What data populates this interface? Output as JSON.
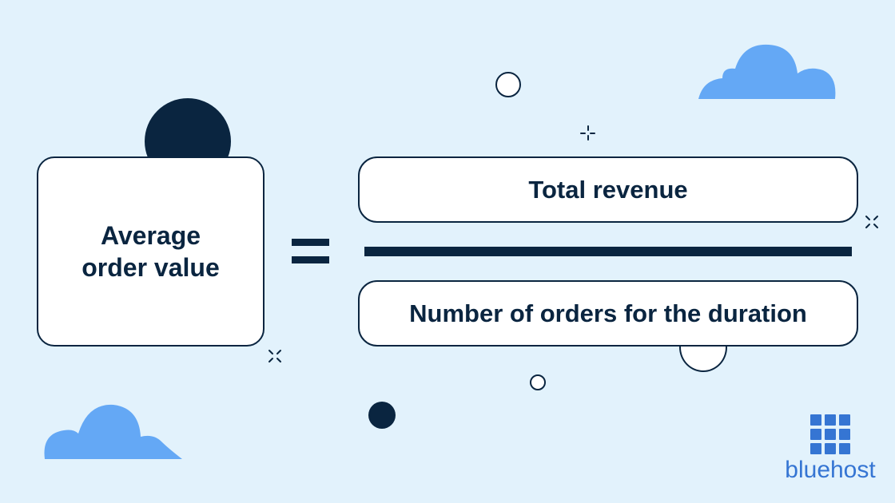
{
  "formula": {
    "result_label": "Average order value",
    "result_line1": "Average",
    "result_line2": "order value",
    "equals_sign": "=",
    "numerator": "Total revenue",
    "denominator": "Number of orders for the duration"
  },
  "brand": {
    "name": "bluehost",
    "color": "#3575d3"
  },
  "colors": {
    "background": "#e2f2fc",
    "ink": "#0a2540",
    "cloud": "#64a8f5",
    "box_fill": "#ffffff"
  },
  "icons": [
    "cloud-icon",
    "sparkle-icon",
    "grid-logo-icon"
  ]
}
